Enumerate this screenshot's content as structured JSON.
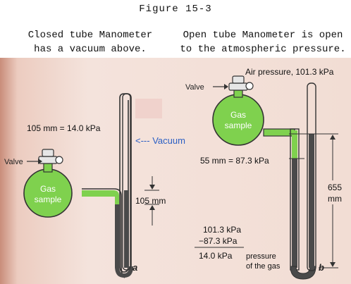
{
  "header": {
    "figure_title": "Figure 15-3",
    "left_caption": [
      "Closed tube Manometer",
      "has a vacuum above."
    ],
    "right_caption": [
      "Open tube Manometer is open",
      "to the atmospheric pressure."
    ]
  },
  "closed_diagram": {
    "pressure_label": "105 mm = 14.0 kPa",
    "vacuum_label": "<--- Vacuum",
    "valve_label": "Valve",
    "bulb_label": [
      "Gas",
      "sample"
    ],
    "height_label": "105 mm",
    "letter": "a"
  },
  "open_diagram": {
    "air_label": "Air pressure, 101.3 kPa",
    "valve_label": "Valve",
    "bulb_label": [
      "Gas",
      "sample"
    ],
    "difference_label": "55 mm = 87.3 kPa",
    "height_label": [
      "655",
      "mm"
    ],
    "calc_line1": "101.3 kPa",
    "calc_line2": "−87.3 kPa",
    "calc_result": "14.0 kPa",
    "calc_caption": [
      "pressure",
      "of the gas"
    ],
    "letter": "b"
  },
  "colors": {
    "paper": "#f3e0da",
    "gas": "#7fd14e",
    "mercury": "#4a4a4a",
    "accent_blue": "#2b5fc4"
  }
}
